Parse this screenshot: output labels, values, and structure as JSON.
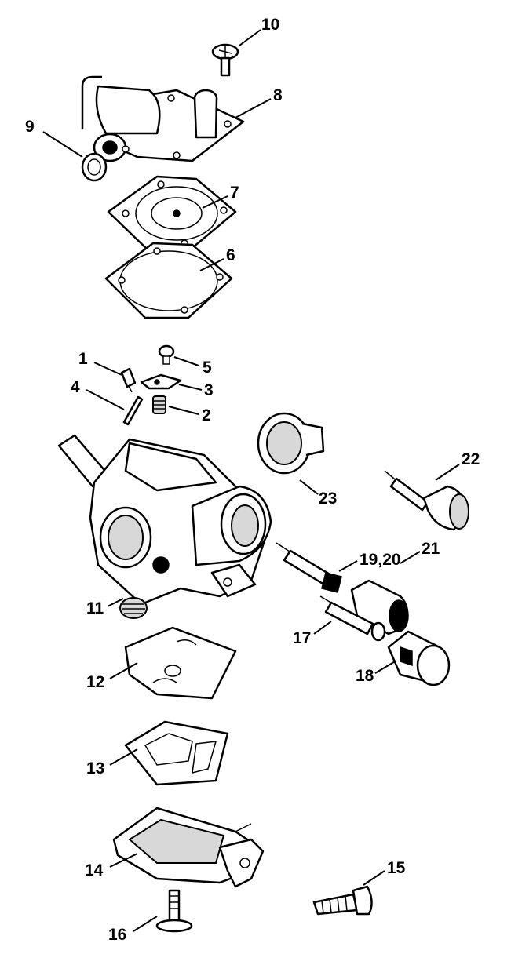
{
  "diagram": {
    "title": "Carburetor exploded parts diagram",
    "callouts": {
      "p1": "1",
      "p2": "2",
      "p3": "3",
      "p4": "4",
      "p5": "5",
      "p6": "6",
      "p7": "7",
      "p8": "8",
      "p9": "9",
      "p10": "10",
      "p11": "11",
      "p12": "12",
      "p13": "13",
      "p14": "14",
      "p15": "15",
      "p16": "16",
      "p17": "17",
      "p18": "18",
      "p19_20": "19,20",
      "p21": "21",
      "p22": "22",
      "p23": "23"
    }
  }
}
